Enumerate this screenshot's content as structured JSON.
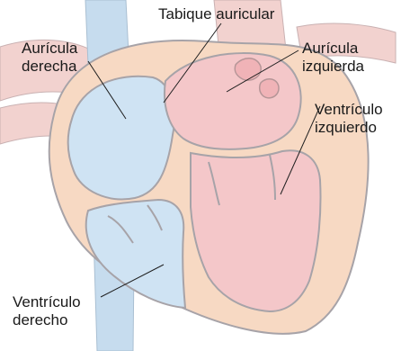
{
  "labels": {
    "right_atrium": {
      "line1": "Aurícula",
      "line2": "derecha"
    },
    "atrial_septum": {
      "text": "Tabique auricular"
    },
    "left_atrium": {
      "line1": "Aurícula",
      "line2": "izquierda"
    },
    "left_ventricle": {
      "line1": "Ventrículo",
      "line2": "izquierdo"
    },
    "right_ventricle": {
      "line1": "Ventrículo",
      "line2": "derecho"
    }
  },
  "colors": {
    "wall": "#f7d9c3",
    "outline": "#a7a3a8",
    "right_side_fill": "#cfe3f3",
    "left_side_fill": "#f4c7c9",
    "vessel_blue": "#c6dcee",
    "vessel_pink": "#f2d2cf",
    "leader_line": "#1f1f1f"
  }
}
